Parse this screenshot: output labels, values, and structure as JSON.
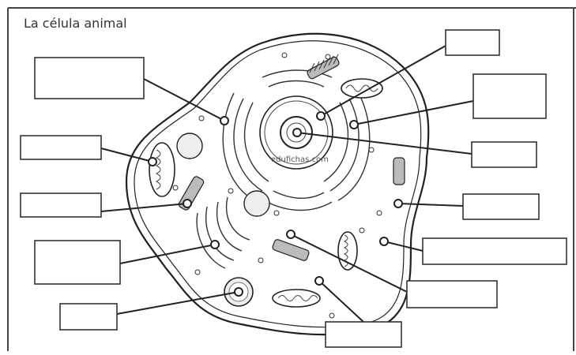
{
  "diagram": {
    "title": "La célula animal",
    "watermark": "edufichas.com",
    "label_boxes": [
      {
        "id": "box-left-1",
        "text": ""
      },
      {
        "id": "box-left-2",
        "text": ""
      },
      {
        "id": "box-left-3",
        "text": ""
      },
      {
        "id": "box-left-4",
        "text": ""
      },
      {
        "id": "box-left-5",
        "text": ""
      },
      {
        "id": "box-right-1",
        "text": ""
      },
      {
        "id": "box-right-2",
        "text": ""
      },
      {
        "id": "box-right-3",
        "text": ""
      },
      {
        "id": "box-right-4",
        "text": ""
      },
      {
        "id": "box-right-5",
        "text": ""
      },
      {
        "id": "box-bottom-1",
        "text": ""
      },
      {
        "id": "box-bottom-2",
        "text": ""
      }
    ]
  }
}
